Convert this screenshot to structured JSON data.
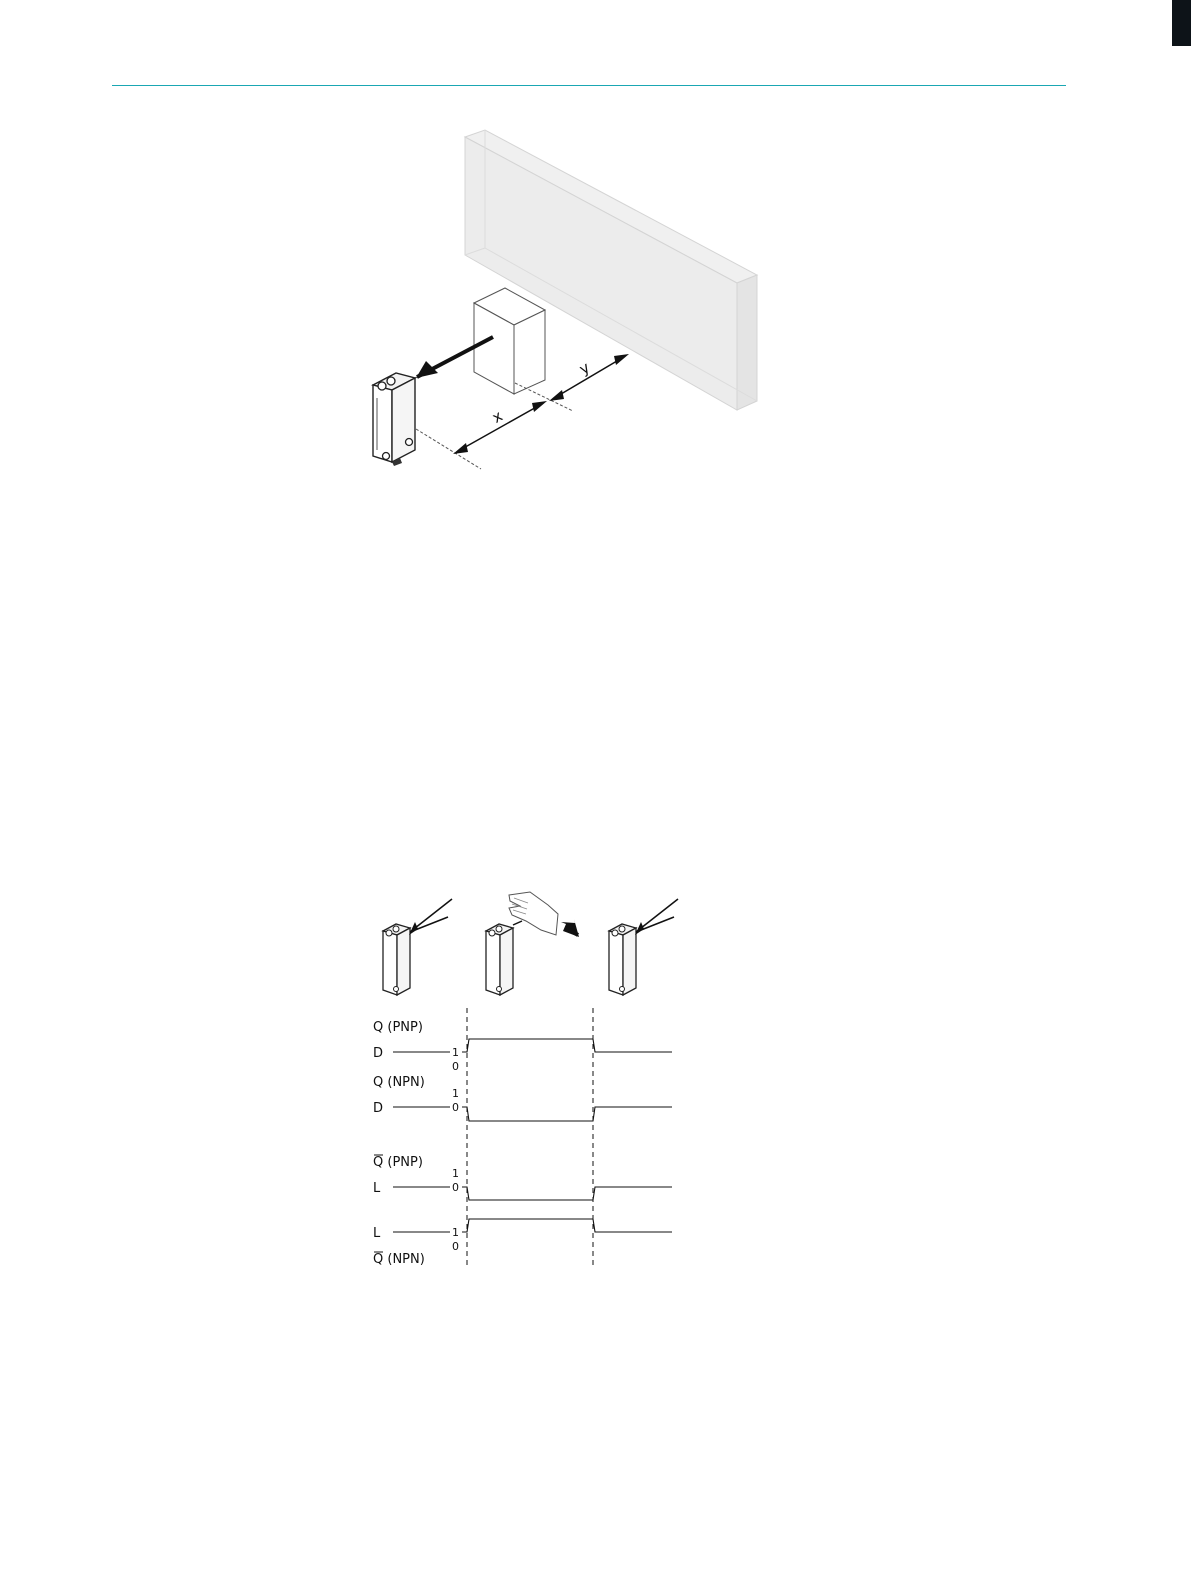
{
  "figure1": {
    "dimension_x": "x",
    "dimension_y": "y"
  },
  "figure2": {
    "rows": [
      {
        "name": "Q",
        "overline": false,
        "suffix": " (PNP)",
        "mode": "D",
        "high": "1",
        "low": "0"
      },
      {
        "name": "Q",
        "overline": false,
        "suffix": " (NPN)",
        "mode": "D",
        "high": "1",
        "low": "0"
      },
      {
        "name": "Q",
        "overline": true,
        "suffix": " (PNP)",
        "mode": "L",
        "high": "1",
        "low": "0"
      },
      {
        "name": "Q",
        "overline": true,
        "suffix": " (NPN)",
        "mode": "L",
        "high": "1",
        "low": "0"
      }
    ]
  },
  "colors": {
    "accent": "#1aa7b3",
    "page_tab": "#0d1318",
    "line": "#111111"
  }
}
